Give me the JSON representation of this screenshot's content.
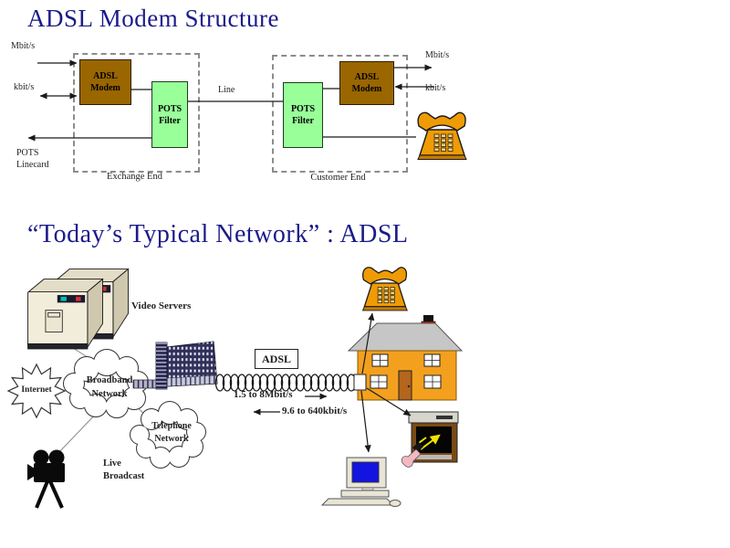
{
  "slide1": {
    "title": "ADSL Modem Structure",
    "left": {
      "mbit": "Mbit/s",
      "kbit": "kbit/s",
      "pots_linecard": "POTS\nLinecard"
    },
    "right": {
      "mbit": "Mbit/s",
      "kbit": "kbit/s"
    },
    "line_label": "Line",
    "exchange_modem": "ADSL\nModem",
    "exchange_filter": "POTS\nFilter",
    "customer_filter": "POTS\nFilter",
    "customer_modem": "ADSL\nModem",
    "exchange_box_label": "Exchange End",
    "customer_box_label": "Customer End"
  },
  "slide2": {
    "title": "“Today’s Typical Network” : ADSL",
    "video_servers": "Video Servers",
    "internet": "Internet",
    "broadband_network": "Broadband\nNetwork",
    "telephone_network": "Telephone\nNetwork",
    "live_broadcast": "Live\nBroadcast",
    "adsl_tag": "ADSL",
    "downstream_rate": "1.5 to 8Mbit/s",
    "upstream_rate": "9.6 to 640kbit/s"
  },
  "colors": {
    "title_text": "#1b1b8a",
    "modem_box": "#996600",
    "filter_box": "#99ff99",
    "dashed_border": "#8c8c8c",
    "phone_orange": "#ef9b05",
    "house_orange": "#f2a01e",
    "roof_gray": "#c6c6c6",
    "tv_brown": "#7a4a14",
    "screen_blue": "#1414e0",
    "building_navy": "#30305a",
    "hand_pink": "#f4b8c2"
  },
  "icons": {
    "telephone-icon": "orange desk telephone",
    "video-servers-icon": "two server cabinets",
    "internet-starburst": "starburst bubble",
    "broadband-cloud": "cloud bubble",
    "telephone-network-cloud": "cloud bubble",
    "camera-icon": "broadcast film camera",
    "office-building-icon": "exchange building",
    "coil-line": "twisted-pair coil",
    "house-icon": "two-storey house",
    "junction-box": "network termination box",
    "tv-icon": "television with set-top box",
    "remote-hand-icon": "hand holding remote",
    "computer-icon": "desktop PC"
  }
}
